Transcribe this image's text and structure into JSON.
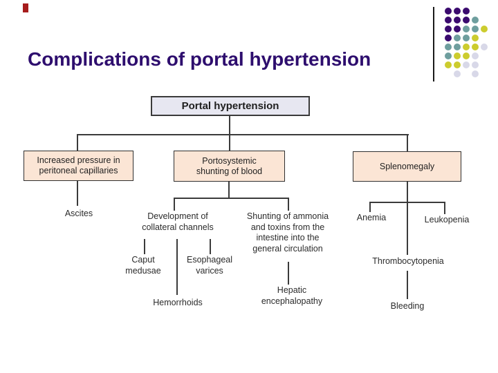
{
  "slide": {
    "title": "Complications of portal hypertension",
    "title_color": "#2E0E6E",
    "background_color": "#FFFFFF"
  },
  "decoration": {
    "red_mark_color": "#A61C1C",
    "divider_color": "#1A1A1A",
    "dot_palette": {
      "p": "#3A0A6E",
      "t": "#6E9E9E",
      "y": "#CCCC2E",
      "l": "#D8D8E8"
    },
    "dot_grid": [
      "ppp..",
      "pppt.",
      "pptty",
      "ptty.",
      "ttyyl",
      "tyyl.",
      "yyll.",
      ".l.l."
    ]
  },
  "flowchart": {
    "colors": {
      "root_fill": "#E7E7F1",
      "branch_fill": "#FBE5D5",
      "line": "#3A3A3A"
    },
    "root": "Portal hypertension",
    "level1": {
      "pressure": "Increased pressure in peritoneal capillaries",
      "shunting": "Portosystemic shunting of blood",
      "splenomegaly": "Splenomegaly"
    },
    "leaves": {
      "ascites": "Ascites",
      "collateral": "Development of collateral channels",
      "ammonia": "Shunting of ammonia and toxins from the intestine into the general circulation",
      "caput": "Caput medusae",
      "esophageal": "Esophageal varices",
      "hemorrhoids": "Hemorrhoids",
      "hepatic": "Hepatic encephalopathy",
      "anemia": "Anemia",
      "leukopenia": "Leukopenia",
      "thrombocytopenia": "Thrombocytopenia",
      "bleeding": "Bleeding"
    }
  }
}
